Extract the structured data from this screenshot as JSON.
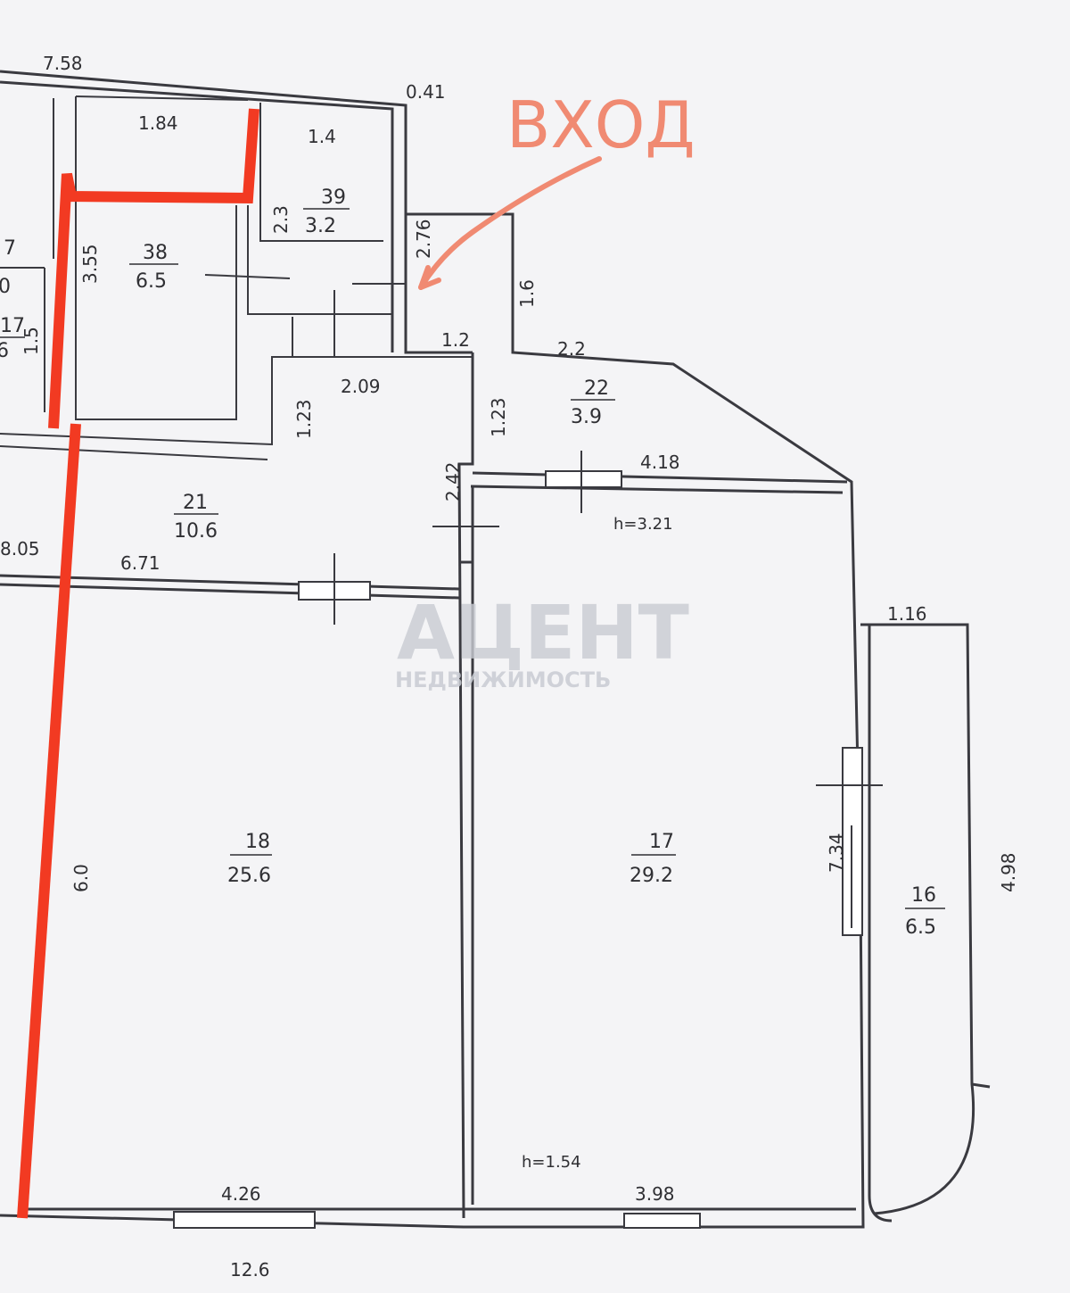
{
  "entrance_label": "ВХОД",
  "watermark": {
    "brand": "АЦЕНТ",
    "subtitle": "НЕДВИЖИМОСТЬ"
  },
  "rooms": [
    {
      "id": "38",
      "area": "6.5"
    },
    {
      "id": "39",
      "area": "3.2"
    },
    {
      "id": "21",
      "area": "10.6"
    },
    {
      "id": "22",
      "area": "3.9"
    },
    {
      "id": "18",
      "area": "25.6"
    },
    {
      "id": "17",
      "area": "29.2"
    },
    {
      "id": "16",
      "area": "6.5"
    }
  ],
  "partial_room": {
    "id": "17",
    "area": "6"
  },
  "partial_labels": [
    "7",
    "0"
  ],
  "dimensions": {
    "top_total": "7.58",
    "top_small": "0.41",
    "w_184": "1.84",
    "w_14": "1.4",
    "h_23": "2.3",
    "h_355": "3.55",
    "h_276": "2.76",
    "h_16": "1.6",
    "w_12": "1.2",
    "w_22": "2.2",
    "w_209": "2.09",
    "h_123a": "1.23",
    "h_123b": "1.23",
    "h_15": "1.5",
    "h_242": "2.42",
    "w_418": "4.18",
    "w_805": "8.05",
    "w_671": "6.71",
    "w_116": "1.16",
    "h_734": "7.34",
    "h_498": "4.98",
    "h_60": "6.0",
    "w_426": "4.26",
    "w_398": "3.98",
    "w_126": "12.6"
  },
  "heights": {
    "room17_top": "h=3.21",
    "room17_bottom": "h=1.54"
  },
  "colors": {
    "wall": "#3a3a40",
    "entrance": "#f08a72",
    "red_line": "#f23a22",
    "watermark": "#c9ccd3"
  }
}
